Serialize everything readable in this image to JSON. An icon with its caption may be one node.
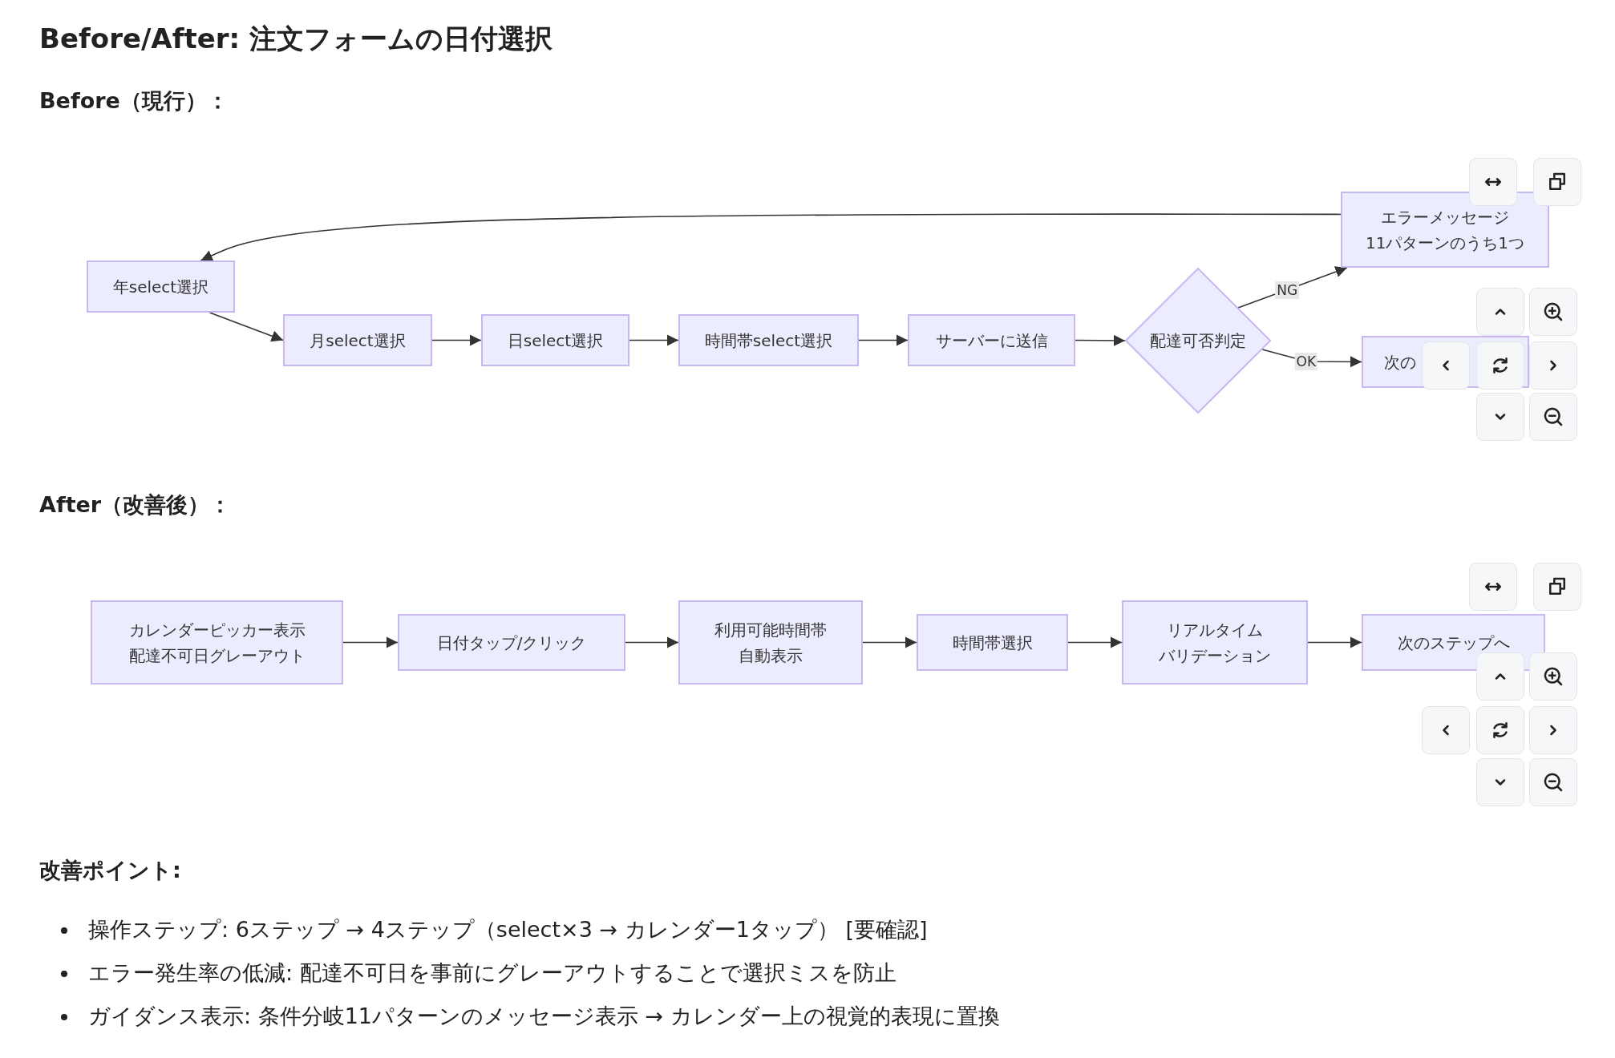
{
  "diagram": {
    "title": "Before/After: 注文フォームの日付選択",
    "nodes": [
      {
        "text": [
          "年select選択"
        ]
      },
      {
        "text": [
          "月select選択"
        ]
      },
      {
        "text": [
          "日select選択"
        ]
      },
      {
        "text": [
          "時間帯select選択"
        ]
      },
      {
        "text": [
          "サーバーに送信"
        ]
      },
      {
        "text": [
          "配達可否判定"
        ]
      },
      {
        "text": [
          "エラーメッセージ11パターンのうち1つ"
        ]
      },
      {
        "text": [
          "次の"
        ]
      },
      {
        "text": [
          "カレンダーピッカー表示配達不可日グレーアウト"
        ]
      },
      {
        "text": [
          "日付タップ/クリック"
        ]
      },
      {
        "text": [
          "利用可能時間帯自動表示"
        ]
      },
      {
        "text": [
          "時間帯選択"
        ]
      },
      {
        "text": [
          "リアルタイムバリデーション"
        ]
      },
      {
        "text": [
          "次のステップへ"
        ]
      }
    ],
    "edges": [
      {
        "from": 0,
        "to": 1,
        "arrow": "to"
      },
      {
        "from": 1,
        "to": 2,
        "arrow": "to"
      },
      {
        "from": 2,
        "to": 3,
        "arrow": "to"
      },
      {
        "from": 3,
        "to": 4,
        "arrow": "to"
      },
      {
        "from": 4,
        "to": 5,
        "arrow": "to"
      },
      {
        "from": 5,
        "to": 6,
        "arrow": "to",
        "label": "NG"
      },
      {
        "from": 5,
        "to": 7,
        "arrow": "to",
        "label": "OK"
      },
      {
        "from": 6,
        "to": 0,
        "arrow": "to"
      },
      {
        "from": 8,
        "to": 9,
        "arrow": "to"
      },
      {
        "from": 9,
        "to": 10,
        "arrow": "to"
      },
      {
        "from": 10,
        "to": 11,
        "arrow": "to"
      },
      {
        "from": 11,
        "to": 12,
        "arrow": "to"
      },
      {
        "from": 12,
        "to": 13,
        "arrow": "to"
      }
    ],
    "labels": [
      "Before（現行）：",
      "After（改善後）：",
      "改善ポイント:",
      "操作ステップ: 6ステップ → 4ステップ（select×3 → カレンダー1タップ） [要確認]",
      "エラー発生率の低減: 配達不可日を事前にグレーアウトすることで選択ミスを防止",
      "ガイダンス表示: 条件分岐11パターンのメッセージ表示 → カレンダー上の視覚的表現に置換"
    ]
  }
}
